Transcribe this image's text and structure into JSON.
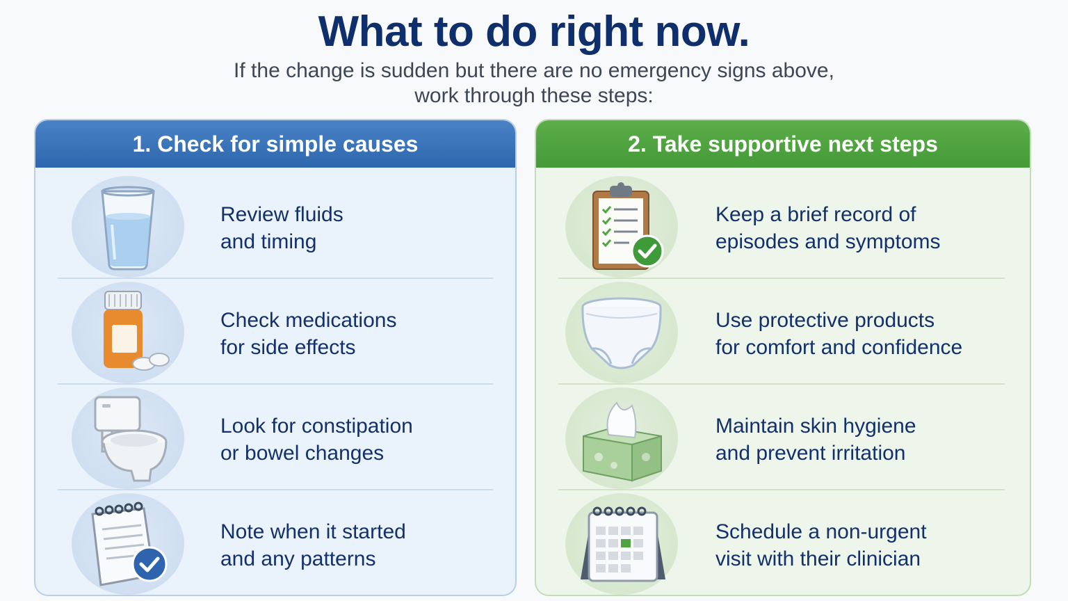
{
  "header": {
    "title": "What to do right now.",
    "subtitle_line1": "If the change is sudden but there are no emergency signs above,",
    "subtitle_line2": "work through these steps:"
  },
  "colors": {
    "title": "#0e2f6b",
    "left_accent": "#3a72b9",
    "right_accent": "#4fa43f",
    "step_text": "#12306a"
  },
  "left_panel": {
    "heading": "1. Check for simple causes",
    "items": [
      {
        "icon": "water-glass-icon",
        "line1": "Review fluids",
        "line2": "and timing"
      },
      {
        "icon": "pill-bottle-icon",
        "line1": "Check medications",
        "line2": "for side effects"
      },
      {
        "icon": "toilet-icon",
        "line1": "Look for constipation",
        "line2": "or bowel changes"
      },
      {
        "icon": "notepad-check-icon",
        "line1": "Note when it started",
        "line2": "and any patterns"
      }
    ]
  },
  "right_panel": {
    "heading": "2. Take supportive next steps",
    "items": [
      {
        "icon": "clipboard-checklist-icon",
        "line1": "Keep a brief record of",
        "line2": "episodes and symptoms"
      },
      {
        "icon": "protective-underwear-icon",
        "line1": "Use protective products",
        "line2": "for comfort and confidence"
      },
      {
        "icon": "tissue-box-icon",
        "line1": "Maintain skin hygiene",
        "line2": "and prevent irritation"
      },
      {
        "icon": "calendar-icon",
        "line1": "Schedule a non-urgent",
        "line2": "visit with their clinician"
      }
    ]
  }
}
